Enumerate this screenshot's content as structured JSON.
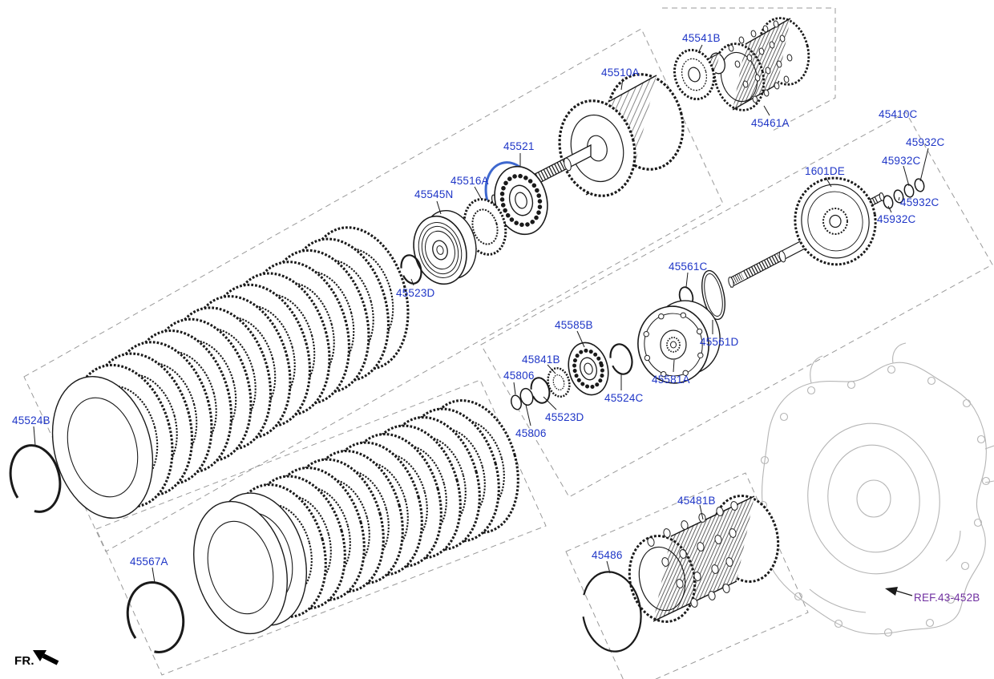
{
  "diagram": {
    "type": "exploded-parts-diagram",
    "subject": "transaxle clutch and input shaft assembly",
    "fr": {
      "text": "FR."
    },
    "ref": {
      "text": "REF.43-452B"
    },
    "colors": {
      "part_label": "#1f36c7",
      "ref_label": "#7030a0",
      "drawing_line": "#1a1a1a",
      "dashed_box": "#9a9a9a",
      "highlight_blue": "#3e68cf",
      "case_line": "#b5b5b5"
    }
  },
  "labels": [
    {
      "id": "45541B",
      "text": "45541B"
    },
    {
      "id": "45510A",
      "text": "45510A"
    },
    {
      "id": "45461A",
      "text": "45461A"
    },
    {
      "id": "45410C",
      "text": "45410C"
    },
    {
      "id": "45932C-1",
      "text": "45932C"
    },
    {
      "id": "45932C-2",
      "text": "45932C"
    },
    {
      "id": "45932C-3",
      "text": "45932C"
    },
    {
      "id": "45932C-4",
      "text": "45932C"
    },
    {
      "id": "1601DE",
      "text": "1601DE"
    },
    {
      "id": "45521",
      "text": "45521"
    },
    {
      "id": "45516A",
      "text": "45516A"
    },
    {
      "id": "45545N",
      "text": "45545N"
    },
    {
      "id": "45523D-1",
      "text": "45523D"
    },
    {
      "id": "45561C",
      "text": "45561C"
    },
    {
      "id": "45561D",
      "text": "45561D"
    },
    {
      "id": "45585B",
      "text": "45585B"
    },
    {
      "id": "45841B",
      "text": "45841B"
    },
    {
      "id": "45806-1",
      "text": "45806"
    },
    {
      "id": "45524C",
      "text": "45524C"
    },
    {
      "id": "45581A",
      "text": "45581A"
    },
    {
      "id": "45523D-2",
      "text": "45523D"
    },
    {
      "id": "45806-2",
      "text": "45806"
    },
    {
      "id": "45524B",
      "text": "45524B"
    },
    {
      "id": "45567A",
      "text": "45567A"
    },
    {
      "id": "45486",
      "text": "45486"
    },
    {
      "id": "45481B",
      "text": "45481B"
    }
  ]
}
